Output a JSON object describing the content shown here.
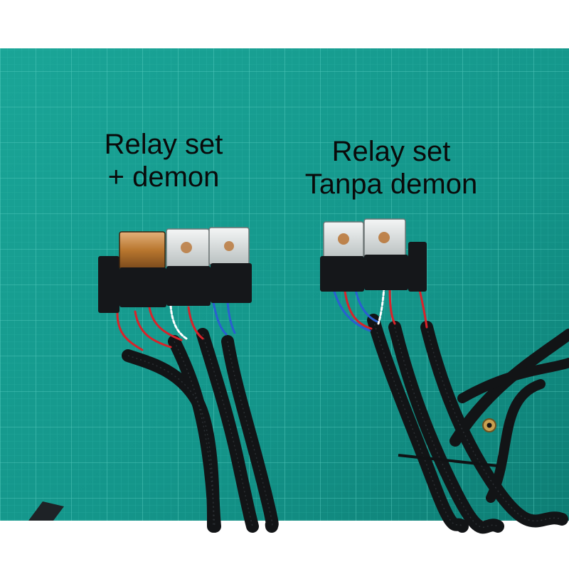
{
  "labels": {
    "left": {
      "line1": "Relay set",
      "line2": "+ demon"
    },
    "right": {
      "line1": "Relay set",
      "line2": "Tanpa demon"
    }
  },
  "colors": {
    "mat": "#169a8e",
    "grid": "#2fb9ab",
    "cable": "#121416",
    "relay_socket": "#15171a",
    "wire_red": "#d8232a",
    "wire_blue": "#2a5fd0",
    "amber_relay": "#b8762e",
    "clear_relay": "#d9dcdc",
    "background": "#ffffff"
  }
}
